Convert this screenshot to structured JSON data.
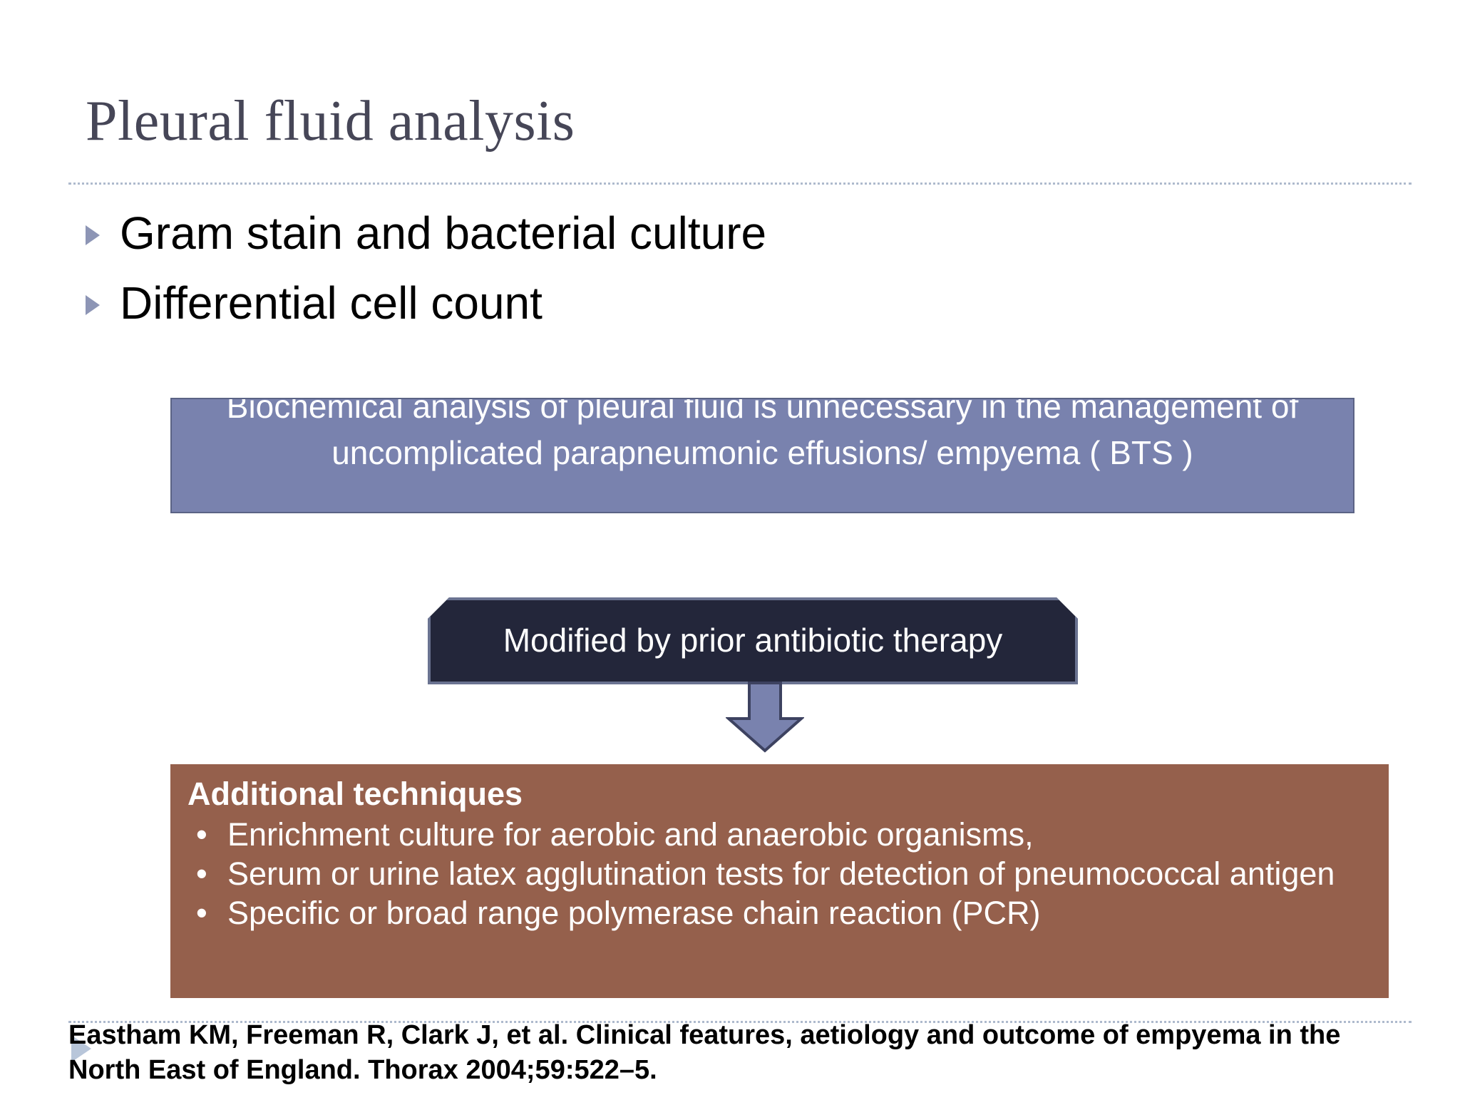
{
  "slide": {
    "title": "Pleural fluid analysis",
    "bullets": [
      {
        "label": "Gram stain and bacterial culture"
      },
      {
        "label": "Differential cell count"
      }
    ],
    "blue_box": {
      "text": "Biochemical analysis of pleural fluid is unnecessary in the management of uncomplicated parapneumonic effusions/ empyema ( BTS )",
      "fill_color": "#7982AE",
      "border_color": "#5B6385",
      "text_color": "#FFFFFF"
    },
    "dark_banner": {
      "text": "Modified by prior antibiotic therapy",
      "fill_color": "#23263A",
      "border_color": "#6A7391",
      "text_color": "#FFFFFF"
    },
    "arrow": {
      "direction": "down",
      "fill_color": "#7982AE",
      "border_color": "#3D4260"
    },
    "brown_box": {
      "heading": "Additional techniques",
      "fill_color": "#95604C",
      "text_color": "#FFFFFF",
      "bullet_marker": "•",
      "items": [
        {
          "text": "Enrichment culture for aerobic and anaerobic organisms,"
        },
        {
          "text": "Serum or urine latex agglutination tests for detection of pneumococcal antigen"
        },
        {
          "text": "Specific or broad range polymerase chain reaction (PCR)"
        }
      ]
    },
    "footer": {
      "citation": "Eastham KM, Freeman R, Clark J, et al. Clinical features, aetiology and outcome of empyema in the North East of England. Thorax 2004;59:522–5."
    },
    "theme": {
      "title_color": "#464657",
      "rule_color": "#AEBACD",
      "bullet_marker_color": "#8D95B5",
      "background": "#FFFFFF"
    }
  }
}
